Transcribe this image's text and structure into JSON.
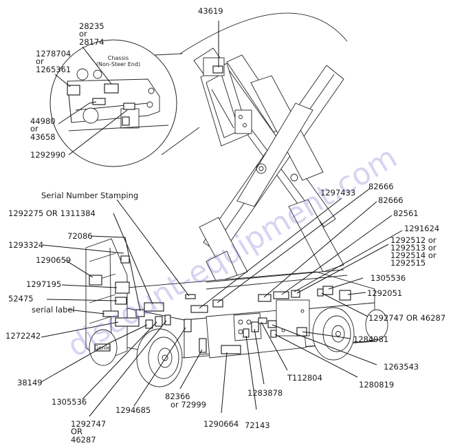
{
  "watermark": "discount-equipment.com",
  "callouts": [
    {
      "id": "c1",
      "lines": [
        "43619"
      ]
    },
    {
      "id": "c2",
      "lines": [
        "28235",
        "or",
        "28174"
      ]
    },
    {
      "id": "c3",
      "lines": [
        "1278704",
        "or",
        "1265361"
      ]
    },
    {
      "id": "c4",
      "lines": [
        "44980",
        "or",
        "43658"
      ]
    },
    {
      "id": "c5",
      "lines": [
        "1292990"
      ]
    },
    {
      "id": "c6",
      "lines": [
        "Serial Number Stamping"
      ]
    },
    {
      "id": "c7",
      "lines": [
        "1292275 OR 1311384"
      ]
    },
    {
      "id": "c8",
      "lines": [
        "72086"
      ]
    },
    {
      "id": "c9",
      "lines": [
        "1293324"
      ]
    },
    {
      "id": "c10",
      "lines": [
        "1290659"
      ]
    },
    {
      "id": "c11",
      "lines": [
        "1297195"
      ]
    },
    {
      "id": "c12",
      "lines": [
        "52475"
      ]
    },
    {
      "id": "c13",
      "lines": [
        "serial label"
      ]
    },
    {
      "id": "c14",
      "lines": [
        "1272242"
      ]
    },
    {
      "id": "c15",
      "lines": [
        "38149"
      ]
    },
    {
      "id": "c16",
      "lines": [
        "1305536"
      ]
    },
    {
      "id": "c17",
      "lines": [
        "1292747",
        "OR",
        "46287"
      ]
    },
    {
      "id": "c18",
      "lines": [
        "1294685"
      ]
    },
    {
      "id": "c19",
      "lines": [
        "82366",
        "or 72999"
      ]
    },
    {
      "id": "c20",
      "lines": [
        "1290664"
      ]
    },
    {
      "id": "c21",
      "lines": [
        "72143"
      ]
    },
    {
      "id": "c22",
      "lines": [
        "1283878"
      ]
    },
    {
      "id": "c23",
      "lines": [
        "T112804"
      ]
    },
    {
      "id": "c24",
      "lines": [
        "1280819"
      ]
    },
    {
      "id": "c25",
      "lines": [
        "1263543"
      ]
    },
    {
      "id": "c26",
      "lines": [
        "1284981"
      ]
    },
    {
      "id": "c27",
      "lines": [
        "1292747 OR 46287"
      ]
    },
    {
      "id": "c28",
      "lines": [
        "1292051"
      ]
    },
    {
      "id": "c29",
      "lines": [
        "1305536"
      ]
    },
    {
      "id": "c30",
      "lines": [
        "1292512  or",
        "1292513  or",
        "1292514  or",
        "1292515"
      ]
    },
    {
      "id": "c31",
      "lines": [
        "1291624"
      ]
    },
    {
      "id": "c32",
      "lines": [
        "82561"
      ]
    },
    {
      "id": "c33",
      "lines": [
        "82666"
      ]
    },
    {
      "id": "c34",
      "lines": [
        "82666"
      ]
    },
    {
      "id": "c35",
      "lines": [
        "1297433"
      ]
    }
  ],
  "inset": {
    "title_lines": [
      "Chassis",
      "(Non-Steer End)"
    ]
  },
  "decals": {
    "d5": "Genie"
  }
}
